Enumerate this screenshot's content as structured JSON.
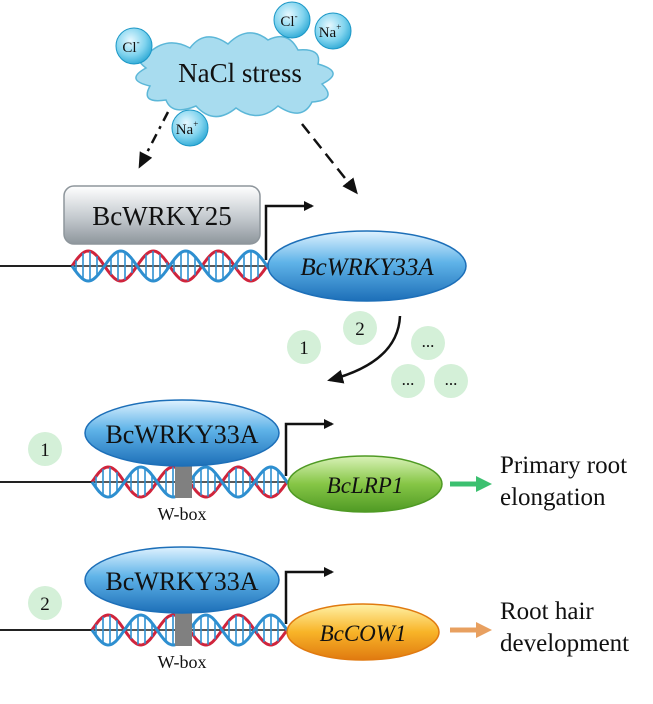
{
  "stress": {
    "label": "NaCl stress",
    "ions": [
      {
        "name": "cl-ion-left",
        "symbol": "Cl",
        "charge": "-"
      },
      {
        "name": "cl-ion-top",
        "symbol": "Cl",
        "charge": "-"
      },
      {
        "name": "na-ion-top",
        "symbol": "Na",
        "charge": "+"
      },
      {
        "name": "na-ion-bottom",
        "symbol": "Na",
        "charge": "+"
      }
    ]
  },
  "top_row": {
    "repressor": "BcWRKY25",
    "gene": "BcWRKY33A"
  },
  "pathway_markers": [
    "1",
    "2",
    "...",
    "...",
    "..."
  ],
  "row1": {
    "marker": "1",
    "tf": "BcWRKY33A",
    "wbox": "W-box",
    "target": "BcLRP1",
    "outcome_line1": "Primary root",
    "outcome_line2": "elongation"
  },
  "row2": {
    "marker": "2",
    "tf": "BcWRKY33A",
    "wbox": "W-box",
    "target": "BcCOW1",
    "outcome_line1": "Root hair",
    "outcome_line2": "development"
  },
  "colors": {
    "ion_blue": "#5cc6e6",
    "cloud_blue": "#a8dcef",
    "tf_blue": "#2f8fd0",
    "repressor_gray": "#b9c0c6",
    "dna_red": "#d0243c",
    "dna_blue": "#2e8fd0",
    "marker_green": "#d4f0d8",
    "lrp1_green": "#7cc040",
    "cow1_orange": "#f4a020",
    "arrow_green": "#3cc070",
    "arrow_orange": "#e8a060"
  }
}
